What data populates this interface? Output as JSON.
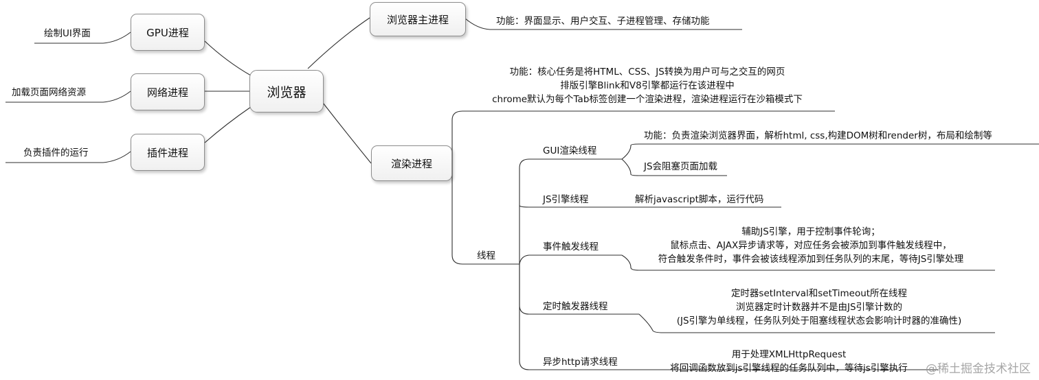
{
  "root": {
    "label": "浏览器"
  },
  "left_branches": [
    {
      "label": "GPU进程",
      "desc": "绘制UI界面"
    },
    {
      "label": "网络进程",
      "desc": "加载页面网络资源"
    },
    {
      "label": "插件进程",
      "desc": "负责插件的运行"
    }
  ],
  "main_process": {
    "label": "浏览器主进程",
    "desc": "功能：界面显示、用户交互、子进程管理、存储功能"
  },
  "render_process": {
    "label": "渲染进程",
    "desc": [
      "功能：核心任务是将HTML、CSS、JS转换为用户可与之交互的网页",
      "排版引擎Blink和V8引擎都运行在该进程中",
      "chrome默认为每个Tab标签创建一个渲染进程，渲染进程运行在沙箱模式下"
    ],
    "threads_label": "线程",
    "threads": [
      {
        "label": "GUI渲染线程",
        "details": [
          [
            "功能：负责渲染浏览器界面，解析html, css,构建DOM树和render树，布局和绘制等"
          ],
          [
            "JS会阻塞页面加载"
          ]
        ]
      },
      {
        "label": "JS引擎线程",
        "details": [
          [
            "解析javascript脚本，运行代码"
          ]
        ]
      },
      {
        "label": "事件触发线程",
        "details": [
          [
            "辅助JS引擎，用于控制事件轮询；",
            "鼠标点击、AJAX异步请求等，对应任务会被添加到事件触发线程中，",
            "符合触发条件时，事件会被该线程添加到任务队列的末尾，等待JS引擎处理"
          ]
        ]
      },
      {
        "label": "定时触发器线程",
        "details": [
          [
            "定时器setInterval和setTimeout所在线程",
            "浏览器定时计数器并不是由JS引擎计数的",
            "(JS引擎为单线程，任务队列处于阻塞线程状态会影响计时器的准确性)"
          ]
        ]
      },
      {
        "label": "异步http请求线程",
        "details": [
          [
            "用于处理XMLHttpRequest",
            "将回调函数放到js引擎线程的任务队列中，等待js引擎执行"
          ]
        ]
      }
    ]
  },
  "watermark": "@稀土掘金技术社区"
}
